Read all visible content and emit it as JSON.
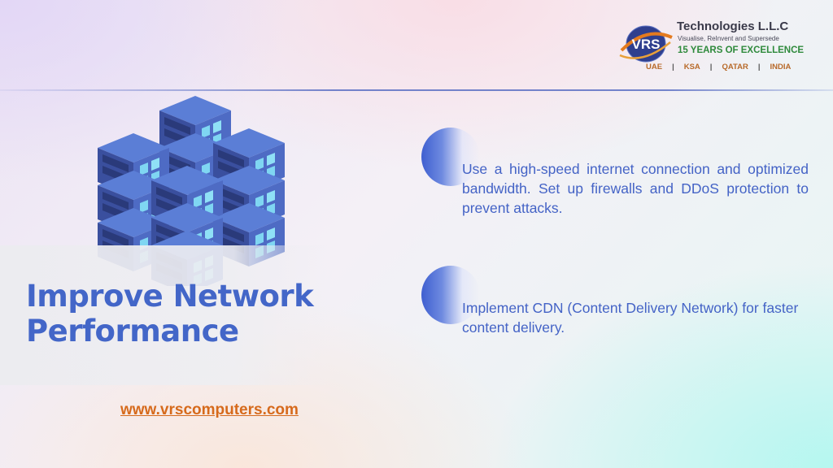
{
  "logo": {
    "mark_text": "VRS",
    "company": "Technologies L.L.C",
    "tagline": "Visualise, ReInvent and Supersede",
    "years": "15 YEARS OF EXCELLENCE",
    "regions": [
      "UAE",
      "KSA",
      "QATAR",
      "INDIA"
    ]
  },
  "title": {
    "line1": "Improve Network",
    "line2": "Performance"
  },
  "bullets": [
    {
      "text": "Use a high-speed internet connection and optimized bandwidth. Set up firewalls and DDoS protection to prevent attacks."
    },
    {
      "text": "Implement CDN (Content Delivery Network) for faster content delivery."
    }
  ],
  "website": "www.vrscomputers.com",
  "colors": {
    "title": "#4366c8",
    "bullet_text": "#4463c6",
    "website": "#d66a1c",
    "years_green": "#2f8a3c",
    "regions": "#b86a2a"
  },
  "icons": {
    "illustration": "server-rack-illustration",
    "bullet": "gradient-circle-icon"
  }
}
